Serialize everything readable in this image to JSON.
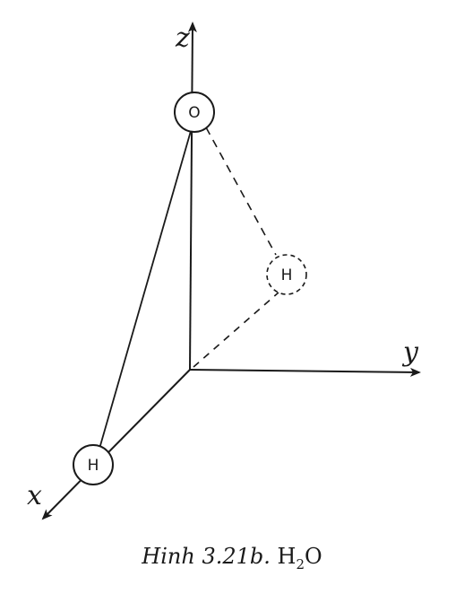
{
  "axes": {
    "z_label": "z",
    "y_label": "y",
    "x_label": "x"
  },
  "atoms": {
    "oxygen": "O",
    "hydrogen_front": "H",
    "hydrogen_back": "H"
  },
  "caption": {
    "figure_label": "Hinh 3.21b.",
    "formula_main": "H",
    "formula_sub": "2",
    "formula_end": "O"
  },
  "colors": {
    "ink": "#1a1a1a",
    "background": "#ffffff"
  }
}
